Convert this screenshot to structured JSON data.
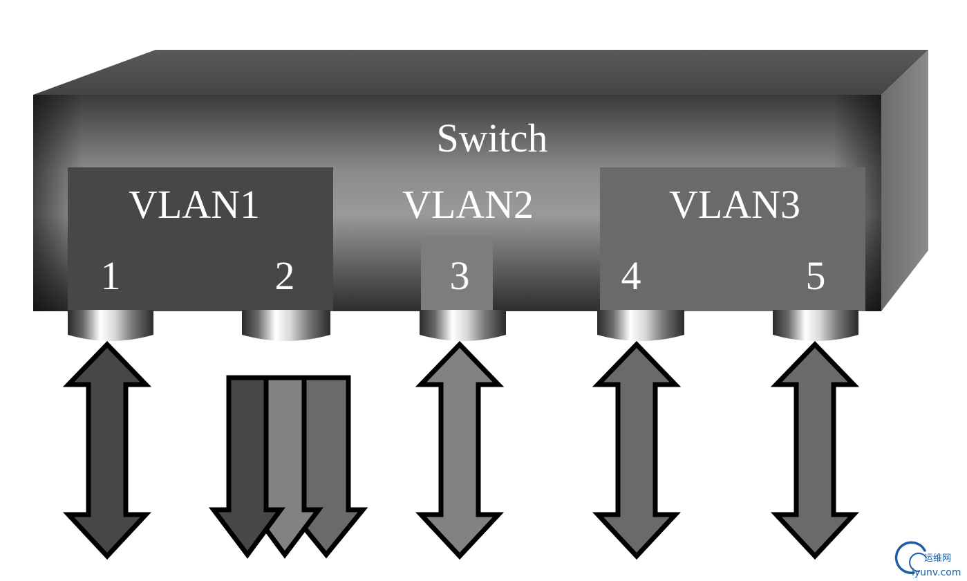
{
  "switch": {
    "title": "Switch"
  },
  "vlans": [
    {
      "label": "VLAN1",
      "color": "#474747",
      "ports": [
        "1",
        "2"
      ]
    },
    {
      "label": "VLAN2",
      "color": "#7d7d7d",
      "ports": [
        "3"
      ]
    },
    {
      "label": "VLAN3",
      "color": "#6a6a6a",
      "ports": [
        "4",
        "5"
      ]
    }
  ],
  "ports": [
    {
      "label": "1",
      "vlan": "VLAN1",
      "link": "bidirectional",
      "arrow_color": "#474747"
    },
    {
      "label": "2",
      "vlan": "VLAN1",
      "link": "trunk-down",
      "arrow_colors": [
        "#474747",
        "#828282",
        "#6a6a6a"
      ]
    },
    {
      "label": "3",
      "vlan": "VLAN2",
      "link": "bidirectional",
      "arrow_color": "#828282"
    },
    {
      "label": "4",
      "vlan": "VLAN3",
      "link": "bidirectional",
      "arrow_color": "#6a6a6a"
    },
    {
      "label": "5",
      "vlan": "VLAN3",
      "link": "bidirectional",
      "arrow_color": "#6a6a6a"
    }
  ],
  "watermark": {
    "line1": "运维网",
    "line2": "iyunv.com",
    "icon": "cloud-logo-icon",
    "color": "#1a5ea8"
  }
}
